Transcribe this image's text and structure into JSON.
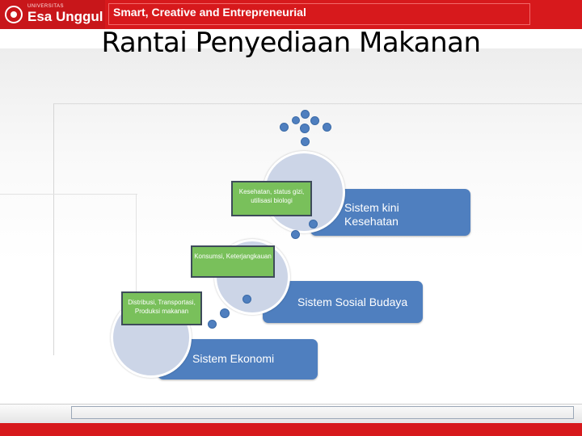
{
  "header": {
    "logo_small": "UNIVERSITAS",
    "logo_text": "Esa Unggul",
    "tagline": "Smart, Creative and Entrepreneurial"
  },
  "title": "Rantai Penyediaan Makanan",
  "diagram": {
    "levels": [
      {
        "label": "Kesehatan, status gizi, utilisasi biologi",
        "system": "Sistem kini Kesehatan"
      },
      {
        "label": "Konsumsi, Keterjangkauan",
        "system": "Sistem Sosial Budaya"
      },
      {
        "label": "Distribusi, Transportasi, Produksi makanan",
        "system": "Sistem Ekonomi"
      }
    ]
  },
  "colors": {
    "header_red": "#d7191c",
    "panel_blue": "#4f7fbf",
    "circle_fill": "#ccd5e7",
    "label_green": "#79c05b"
  }
}
